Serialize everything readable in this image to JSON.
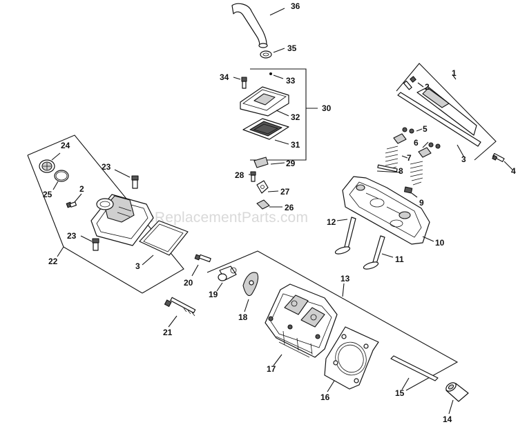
{
  "watermark": "eReplacementParts.com",
  "callouts": {
    "c1": "1",
    "c2a": "2",
    "c2b": "2",
    "c3a": "3",
    "c3b": "3",
    "c4": "4",
    "c5": "5",
    "c6": "6",
    "c7": "7",
    "c8": "8",
    "c9": "9",
    "c10": "10",
    "c11": "11",
    "c12": "12",
    "c13": "13",
    "c14": "14",
    "c15": "15",
    "c16": "16",
    "c17": "17",
    "c18": "18",
    "c19": "19",
    "c20": "20",
    "c21": "21",
    "c22": "22",
    "c23a": "23",
    "c23b": "23",
    "c24": "24",
    "c25": "25",
    "c26": "26",
    "c27": "27",
    "c28": "28",
    "c29": "29",
    "c30": "30",
    "c31": "31",
    "c32": "32",
    "c33": "33",
    "c34": "34",
    "c35": "35",
    "c36": "36"
  }
}
